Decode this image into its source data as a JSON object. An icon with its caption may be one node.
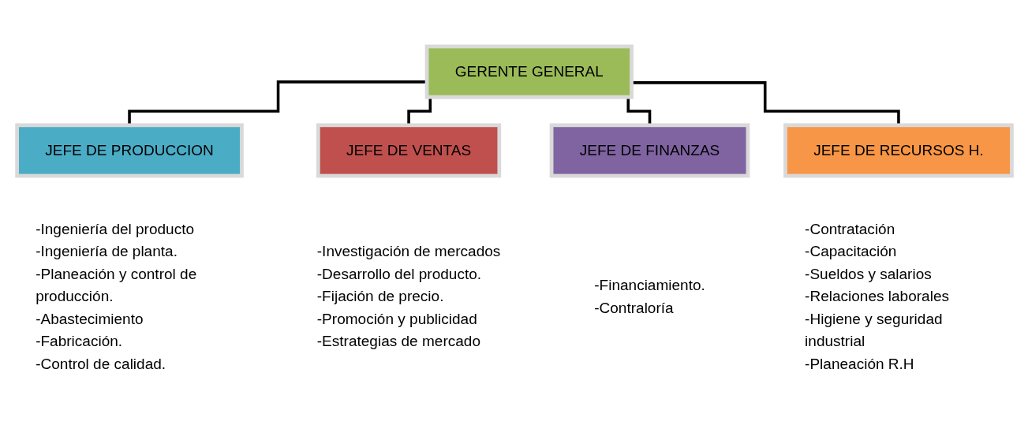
{
  "diagram": {
    "nodes": [
      {
        "text": [
          "GERENTE GENERAL"
        ]
      },
      {
        "text": [
          "JEFE DE PRODUCCION"
        ],
        "beside": [
          "-Ingeniería del producto",
          "-Ingeniería de planta.",
          "-Planeación y control de producción.",
          "-Abastecimiento",
          "-Fabricación.",
          "-Control de calidad."
        ]
      },
      {
        "text": [
          "JEFE DE VENTAS"
        ],
        "beside": [
          "-Investigación de mercados",
          "-Desarrollo del producto.",
          "-Fijación de precio.",
          "-Promoción y publicidad",
          "-Estrategias de mercado"
        ]
      },
      {
        "text": [
          "JEFE DE FINANZAS"
        ],
        "beside": [
          "-Financiamiento.",
          "-Contraloría"
        ]
      },
      {
        "text": [
          "JEFE DE RECURSOS H."
        ],
        "beside": [
          "-Contratación",
          "-Capacitación",
          "-Sueldos y salarios",
          "-Relaciones laborales",
          "-Higiene y seguridad industrial",
          "-Planeación R.H"
        ]
      }
    ],
    "edges": [
      {
        "from": 0,
        "to": 1,
        "arrow": "none"
      },
      {
        "from": 0,
        "to": 2,
        "arrow": "none"
      },
      {
        "from": 0,
        "to": 3,
        "arrow": "none"
      },
      {
        "from": 0,
        "to": 4,
        "arrow": "none"
      }
    ]
  }
}
